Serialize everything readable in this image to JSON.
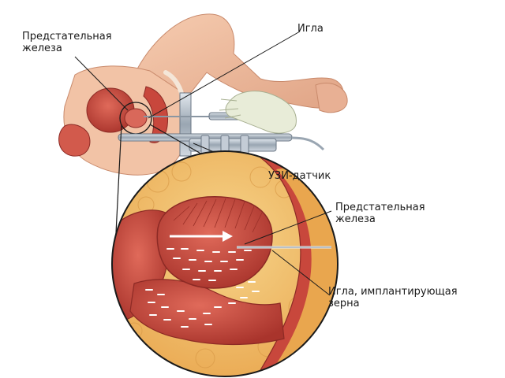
{
  "labels": {
    "prostate_top_line1": "Предстательная",
    "prostate_top_line2": "железа",
    "needle": "Игла",
    "ultrasound_probe": "УЗИ-датчик",
    "prostate_zoom_line1": "Предстательная",
    "prostate_zoom_line2": "железа",
    "seed_needle_line1": "Игла, имплантирующая",
    "seed_needle_line2": "зерна"
  },
  "colors": {
    "skin": "#f2c3a6",
    "skin_shadow": "#d99c7e",
    "organ_red": "#c8473c",
    "organ_dark": "#8c2a25",
    "fat_yellow": "#f0c070",
    "instrument_gray": "#b8c2cc",
    "glove": "#e8ecd8",
    "line": "#1a1a1a"
  }
}
